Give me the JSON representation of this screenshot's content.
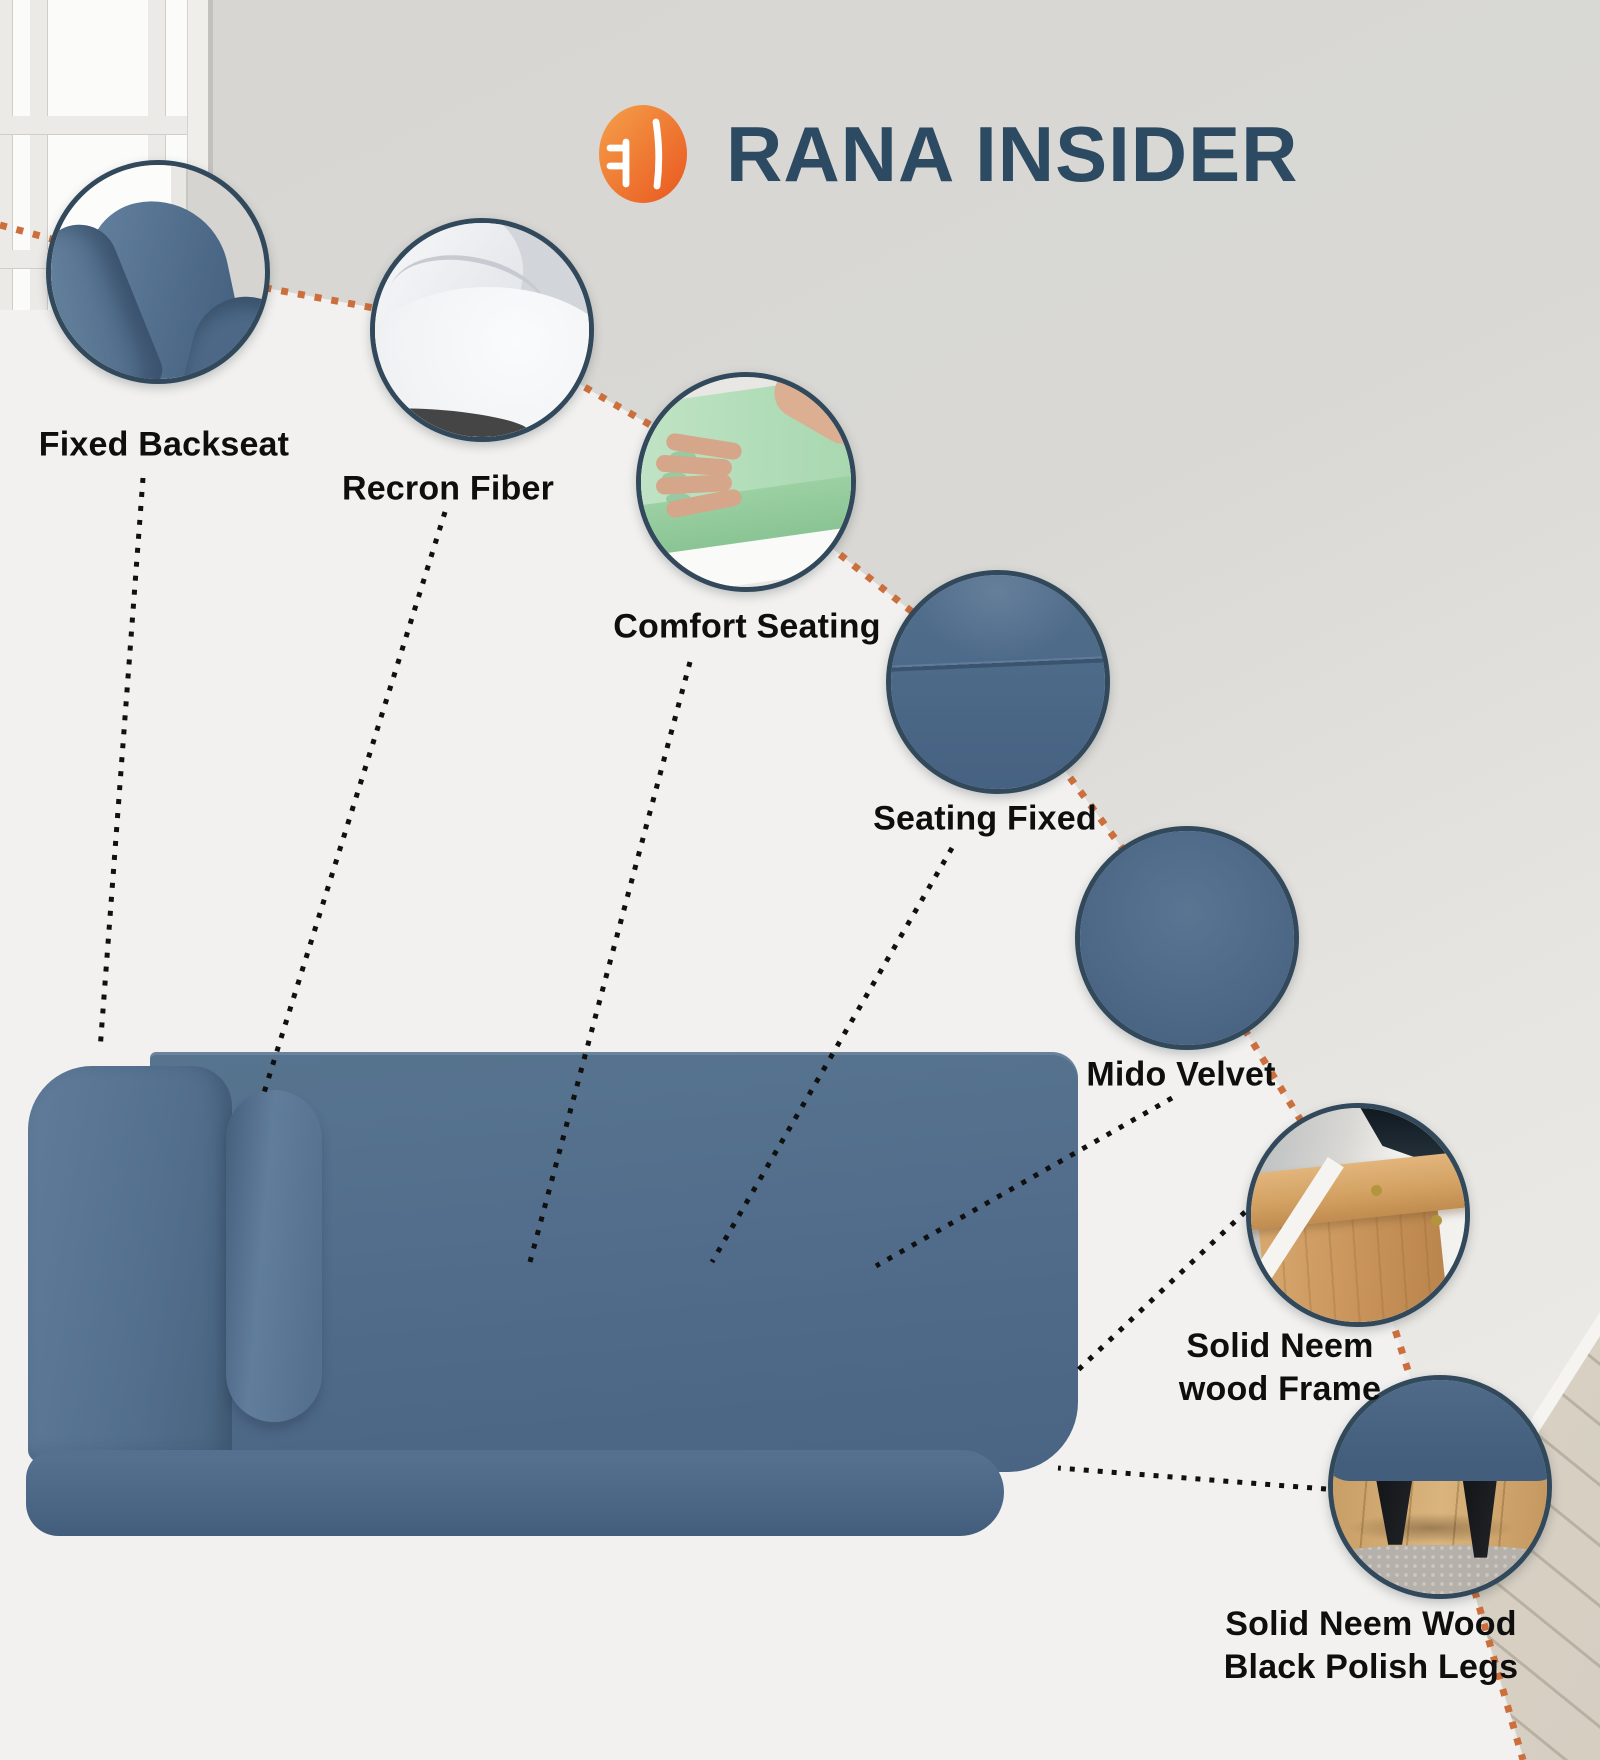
{
  "header": {
    "brand": "RANA INSIDER",
    "logo_icon": "chair-icon"
  },
  "features": [
    {
      "name": "fixed-backseat",
      "lines": [
        "Fixed Backseat"
      ]
    },
    {
      "name": "recron-fiber",
      "lines": [
        "Recron Fiber"
      ]
    },
    {
      "name": "comfort-seating",
      "lines": [
        "Comfort Seating"
      ]
    },
    {
      "name": "seating-fixed",
      "lines": [
        "Seating Fixed"
      ]
    },
    {
      "name": "mido-velvet",
      "lines": [
        "Mido Velvet"
      ]
    },
    {
      "name": "solid-neem-wood-frame",
      "lines": [
        "Solid Neem",
        "wood Frame"
      ]
    },
    {
      "name": "solid-neem-wood-black-polish-legs",
      "lines": [
        "Solid Neem Wood",
        "Black Polish Legs"
      ]
    }
  ],
  "colors": {
    "accent_orange": "#cc6f3d",
    "circle_border": "#32495c",
    "sofa_blue": "#53708e",
    "title_blue": "#2d4a63",
    "label_black": "#0e0e0e",
    "wall_gray": "#d7d6d2",
    "floor_white": "#f2f1ef"
  }
}
